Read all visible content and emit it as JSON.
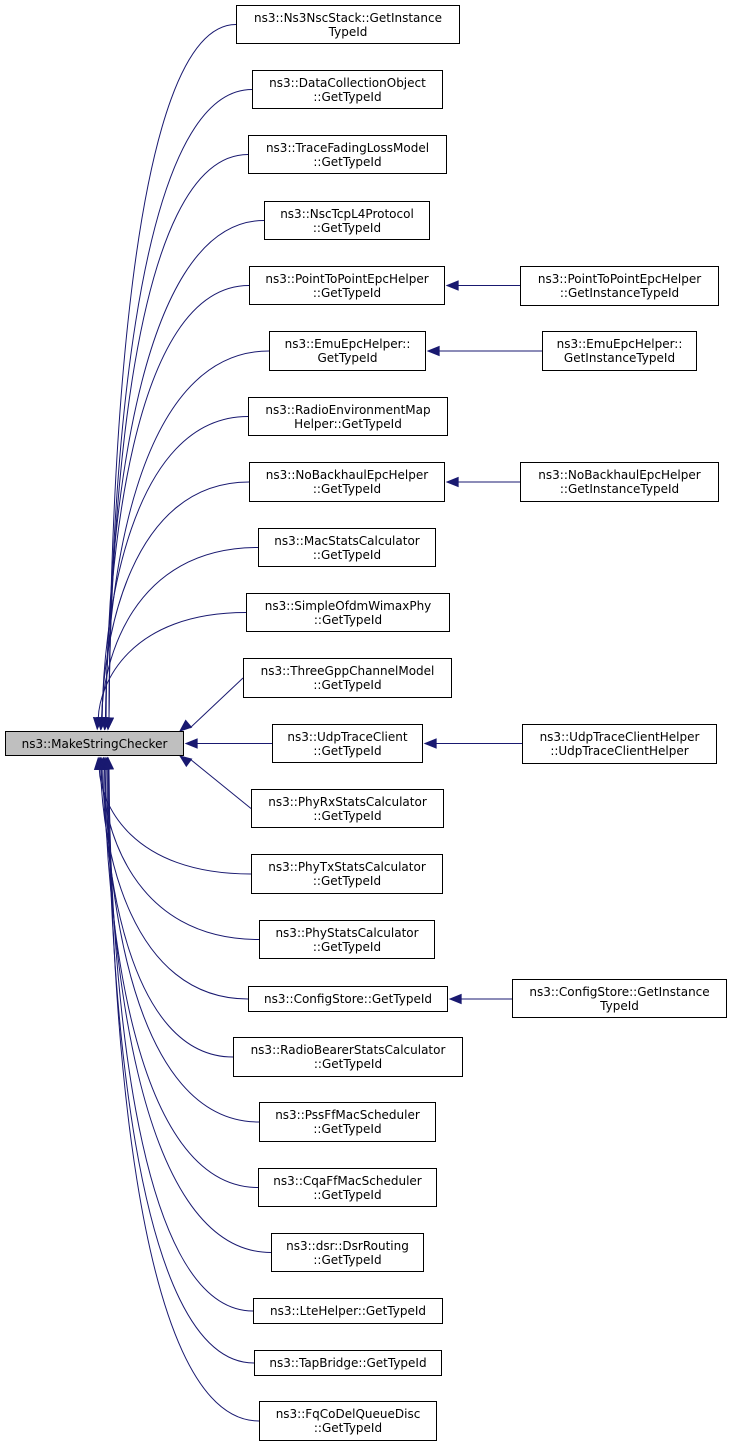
{
  "colors": {
    "edge": "#191970",
    "root_fill": "#bfbfbf",
    "node_fill": "#ffffff",
    "node_border": "#000000"
  },
  "root": {
    "id": "root",
    "lines": [
      "ns3::MakeStringChecker"
    ]
  },
  "callers": [
    {
      "id": "n1",
      "lines": [
        "ns3::Ns3NscStack::GetInstance",
        "TypeId"
      ]
    },
    {
      "id": "n2",
      "lines": [
        "ns3::DataCollectionObject",
        "::GetTypeId"
      ]
    },
    {
      "id": "n3",
      "lines": [
        "ns3::TraceFadingLossModel",
        "::GetTypeId"
      ]
    },
    {
      "id": "n4",
      "lines": [
        "ns3::NscTcpL4Protocol",
        "::GetTypeId"
      ]
    },
    {
      "id": "n5",
      "lines": [
        "ns3::PointToPointEpcHelper",
        "::GetTypeId"
      ]
    },
    {
      "id": "n6",
      "lines": [
        "ns3::EmuEpcHelper::",
        "GetTypeId"
      ]
    },
    {
      "id": "n7",
      "lines": [
        "ns3::RadioEnvironmentMap",
        "Helper::GetTypeId"
      ]
    },
    {
      "id": "n8",
      "lines": [
        "ns3::NoBackhaulEpcHelper",
        "::GetTypeId"
      ]
    },
    {
      "id": "n9",
      "lines": [
        "ns3::MacStatsCalculator",
        "::GetTypeId"
      ]
    },
    {
      "id": "n10",
      "lines": [
        "ns3::SimpleOfdmWimaxPhy",
        "::GetTypeId"
      ]
    },
    {
      "id": "n11",
      "lines": [
        "ns3::ThreeGppChannelModel",
        "::GetTypeId"
      ]
    },
    {
      "id": "n12",
      "lines": [
        "ns3::UdpTraceClient",
        "::GetTypeId"
      ]
    },
    {
      "id": "n13",
      "lines": [
        "ns3::PhyRxStatsCalculator",
        "::GetTypeId"
      ]
    },
    {
      "id": "n14",
      "lines": [
        "ns3::PhyTxStatsCalculator",
        "::GetTypeId"
      ]
    },
    {
      "id": "n15",
      "lines": [
        "ns3::PhyStatsCalculator",
        "::GetTypeId"
      ]
    },
    {
      "id": "n16",
      "lines": [
        "ns3::ConfigStore::GetTypeId"
      ]
    },
    {
      "id": "n17",
      "lines": [
        "ns3::RadioBearerStatsCalculator",
        "::GetTypeId"
      ]
    },
    {
      "id": "n18",
      "lines": [
        "ns3::PssFfMacScheduler",
        "::GetTypeId"
      ]
    },
    {
      "id": "n19",
      "lines": [
        "ns3::CqaFfMacScheduler",
        "::GetTypeId"
      ]
    },
    {
      "id": "n20",
      "lines": [
        "ns3::dsr::DsrRouting",
        "::GetTypeId"
      ]
    },
    {
      "id": "n21",
      "lines": [
        "ns3::LteHelper::GetTypeId"
      ]
    },
    {
      "id": "n22",
      "lines": [
        "ns3::TapBridge::GetTypeId"
      ]
    },
    {
      "id": "n23",
      "lines": [
        "ns3::FqCoDelQueueDisc",
        "::GetTypeId"
      ]
    }
  ],
  "second_level": [
    {
      "id": "m5",
      "target": "n5",
      "lines": [
        "ns3::PointToPointEpcHelper",
        "::GetInstanceTypeId"
      ]
    },
    {
      "id": "m6",
      "target": "n6",
      "lines": [
        "ns3::EmuEpcHelper::",
        "GetInstanceTypeId"
      ]
    },
    {
      "id": "m8",
      "target": "n8",
      "lines": [
        "ns3::NoBackhaulEpcHelper",
        "::GetInstanceTypeId"
      ]
    },
    {
      "id": "m12",
      "target": "n12",
      "lines": [
        "ns3::UdpTraceClientHelper",
        "::UdpTraceClientHelper"
      ]
    },
    {
      "id": "m16",
      "target": "n16",
      "lines": [
        "ns3::ConfigStore::GetInstance",
        "TypeId"
      ]
    }
  ]
}
